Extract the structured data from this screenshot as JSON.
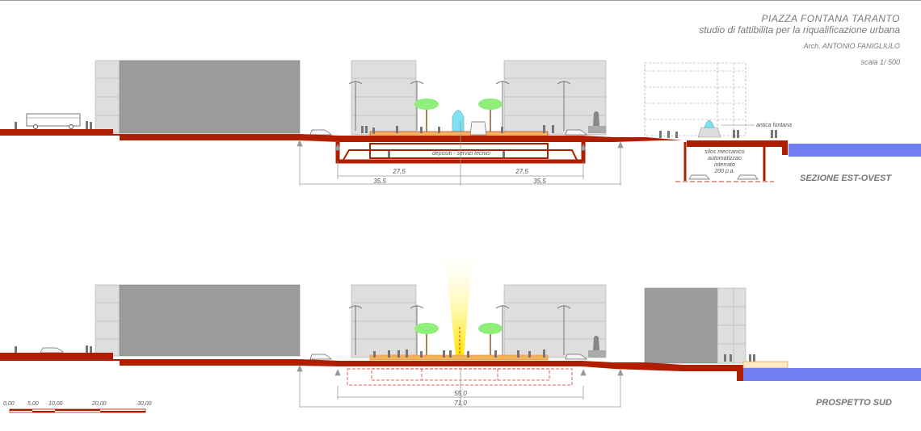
{
  "title": {
    "line1": "PIAZZA FONTANA TARANTO",
    "line2": "studio di fattibilita per la riqualificazione urbana",
    "architect": "Arch. ANTONIO FANIGLIULO",
    "scale": "scala 1/ 500"
  },
  "sections": {
    "upper_label": "SEZIONE EST-OVEST",
    "lower_label": "PROSPETTO SUD"
  },
  "annotations": {
    "depositi": "depositi - servizi tecnici",
    "antica_fontana": "antica fontana",
    "silos_l1": "silos meccanico",
    "silos_l2": "automatizzao",
    "silos_l3": "interrato",
    "silos_l4": "200 p.a."
  },
  "dimensions_upper": {
    "left_inner": "27,5",
    "right_inner": "27,5",
    "left_outer": "35,5",
    "right_outer": "35,5"
  },
  "dimensions_lower": {
    "inner": "55,0",
    "outer": "71,0"
  },
  "scale_bar": {
    "ticks": [
      "0,00",
      "5,00",
      "10,00",
      "20,00",
      "30,00"
    ]
  },
  "colors": {
    "ground": "#b01e00",
    "building": "#9a9a9a",
    "building_light": "#dcdcdc",
    "water": "#6f7ef0",
    "tree": "#8ef07a",
    "plaza": "#f3b35a",
    "fountain": "#7fe0f0"
  }
}
